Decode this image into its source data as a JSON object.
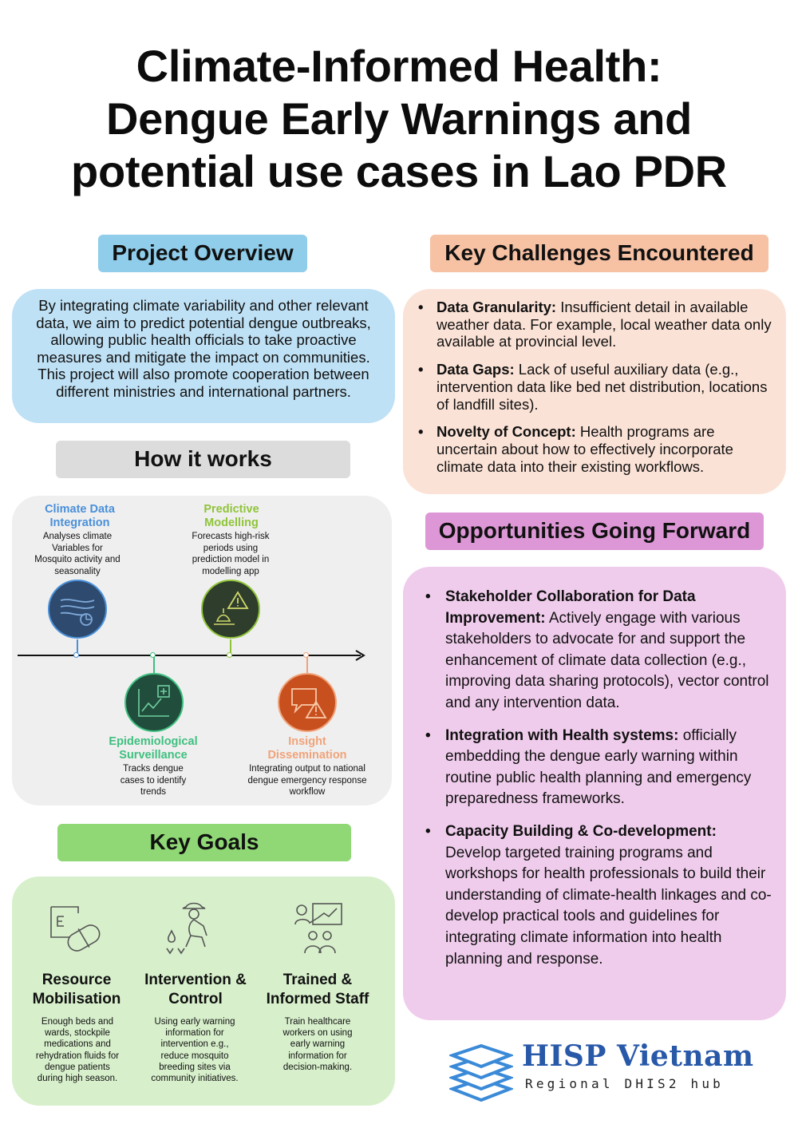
{
  "title": {
    "line1": "Climate-Informed Health:",
    "line2": "Dengue Early Warnings and",
    "line3": "potential use cases in Lao PDR"
  },
  "project_overview": {
    "heading": "Project Overview",
    "text": "By integrating climate variability and other relevant data, we aim to predict potential dengue outbreaks, allowing public health officials to take proactive measures and mitigate the impact on communities. This project will also promote cooperation between different ministries and international partners."
  },
  "how_it_works": {
    "heading": "How it works",
    "steps": [
      {
        "title": "Climate Data Integration",
        "desc": "Analyses climate Variables for Mosquito activity and seasonality",
        "color": "#4a90d9",
        "circle": "#2e4a6e",
        "icon": "wind-chart-icon"
      },
      {
        "title": "Epidemiological Surveillance",
        "desc": "Tracks dengue cases to identify trends",
        "color": "#3fbf7f",
        "circle": "#214d3d",
        "icon": "health-trend-icon"
      },
      {
        "title": "Predictive Modelling",
        "desc": "Forecasts high-risk periods using prediction model in modelling app",
        "color": "#8fc43a",
        "circle": "#2f3d2c",
        "icon": "warning-mosquito-icon"
      },
      {
        "title": "Insight Dissemination",
        "desc": "Integrating output to national dengue emergency response workflow",
        "color": "#f0a37a",
        "circle": "#c8501f",
        "icon": "chat-alert-icon"
      }
    ]
  },
  "key_goals": {
    "heading": "Key Goals",
    "goals": [
      {
        "title_line1": "Resource",
        "title_line2": "Mobilisation",
        "desc": "Enough beds and wards, stockpile medications and rehydration fluids for dengue patients during high season.",
        "icon": "medicine-icon"
      },
      {
        "title_line1": "Intervention &",
        "title_line2": "Control",
        "desc": "Using early warning information for intervention e.g., reduce mosquito breeding sites via community initiatives.",
        "icon": "cleanup-worker-icon"
      },
      {
        "title_line1": "Trained &",
        "title_line2": "Informed Staff",
        "desc": "Train healthcare workers on using early warning information for decision-making.",
        "icon": "training-icon"
      }
    ]
  },
  "challenges": {
    "heading": "Key Challenges Encountered",
    "items": [
      {
        "label": "Data Granularity:",
        "text": " Insufficient detail in available weather data. For example, local weather data only available at provincial level."
      },
      {
        "label": "Data Gaps:",
        "text": " Lack of useful auxiliary data (e.g., intervention data like bed net distribution, locations of landfill sites)."
      },
      {
        "label": "Novelty of Concept:",
        "text": " Health programs are uncertain about how to effectively incorporate climate data into their existing workflows."
      }
    ]
  },
  "opportunities": {
    "heading": "Opportunities Going Forward",
    "items": [
      {
        "label": "Stakeholder Collaboration for Data Improvement:",
        "text": " Actively engage with various stakeholders to advocate for and support the enhancement of climate data collection (e.g., improving data sharing protocols), vector control and any intervention data."
      },
      {
        "label": "Integration with Health systems:",
        "text": " officially embedding the dengue early warning within routine public health planning and emergency preparedness frameworks."
      },
      {
        "label": "Capacity Building & Co-development:",
        "text": " Develop targeted training programs and workshops for health professionals to build their understanding of climate-health linkages and co-develop practical tools and guidelines for integrating climate information into health planning and response."
      }
    ]
  },
  "logo": {
    "name": "HISP Vietnam",
    "subtitle": "Regional DHIS2 hub",
    "color": "#2858a8",
    "icon": "stacked-layers-logo-icon"
  }
}
